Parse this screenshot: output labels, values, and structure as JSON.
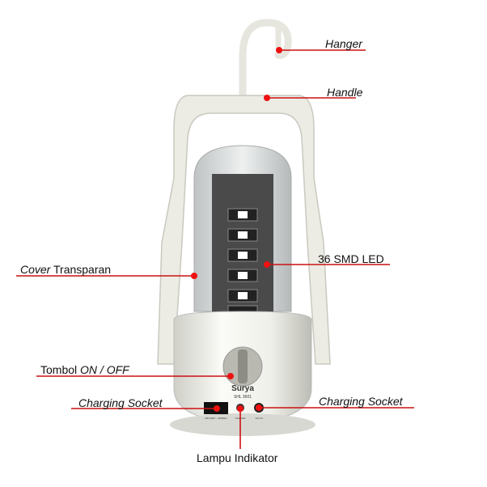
{
  "labels": {
    "hanger": "Hanger",
    "handle": "Handle",
    "led": "36 SMD LED",
    "cover_italic": "Cover",
    "cover_rest": " Transparan",
    "switch_prefix": "Tombol ",
    "switch_italic": "ON / OFF",
    "charging_left": "Charging Socket",
    "charging_right": "Charging Socket",
    "indicator": "Lampu Indikator"
  },
  "product": {
    "brand": "Surya",
    "model": "SHL 3601",
    "ac_socket": "220-240V ~ 50/60Hz",
    "charge": "CHARGE",
    "dc_socket": "12V IN"
  },
  "colors": {
    "line": "#cc1111",
    "dot": "#ee1111",
    "body": "#f1f1ec"
  }
}
